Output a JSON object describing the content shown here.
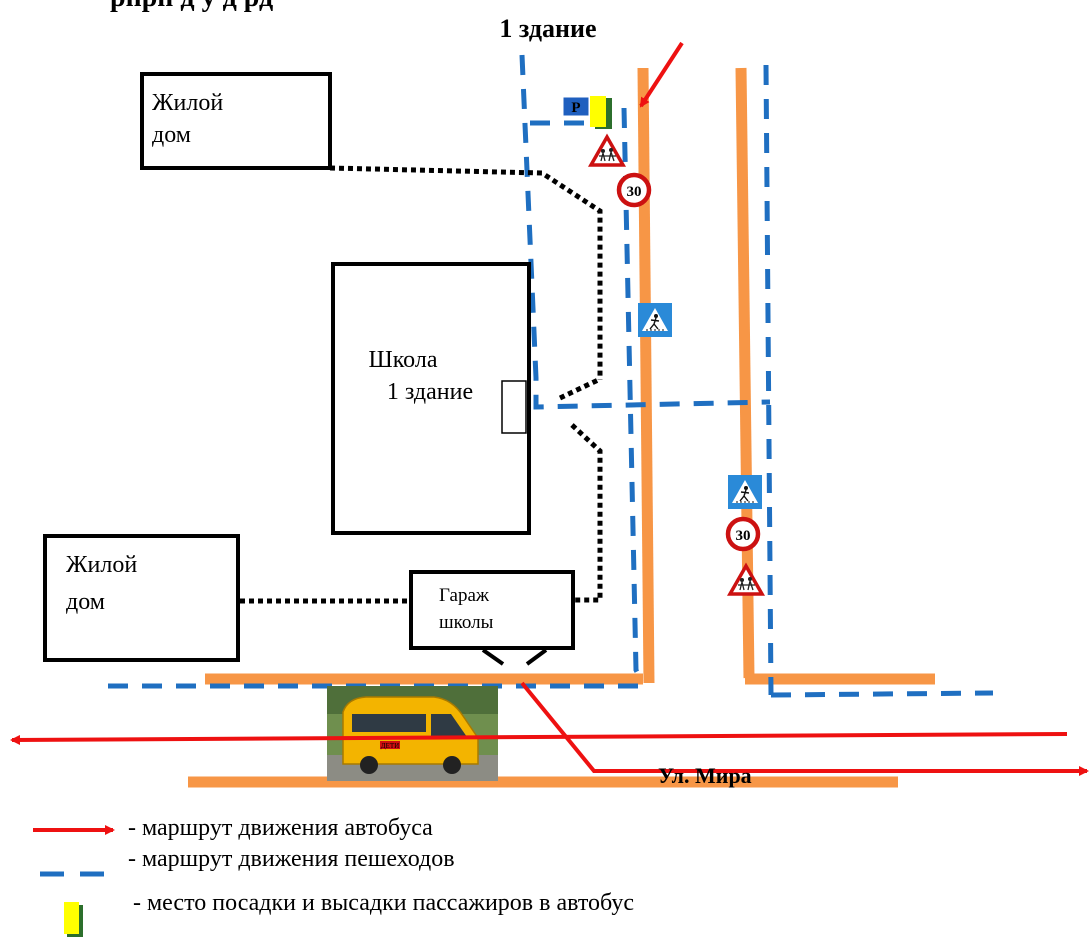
{
  "title": {
    "line1": "рпрп  д                  у     д                      рд",
    "line2": "1 здание"
  },
  "buildings": {
    "house_top_line1": "Жилой",
    "house_top_line2": "дом",
    "school_line1": "Школа",
    "school_line2": "1 здание",
    "house_bottom_line1": "Жилой",
    "house_bottom_line2": "дом",
    "garage_line1": "Гараж",
    "garage_line2": "школы"
  },
  "signs": {
    "speed_limit": "30",
    "parking": "P",
    "bus_label": "ДЕТИ"
  },
  "street": "Ул. Мира",
  "legend": {
    "bus_route": "- маршрут движения автобуса",
    "pedestrian_route": "- маршрут движения пешеходов",
    "boarding_place": "- место посадки и высадки пассажиров в автобус"
  },
  "colors": {
    "road": "#f79646",
    "bus_route": "#ee1111",
    "pedestrian_route": "#1f6fc1",
    "boarding": "#ffff00",
    "sign_blue": "#2a8ad8",
    "sign_red": "#cc1111"
  }
}
